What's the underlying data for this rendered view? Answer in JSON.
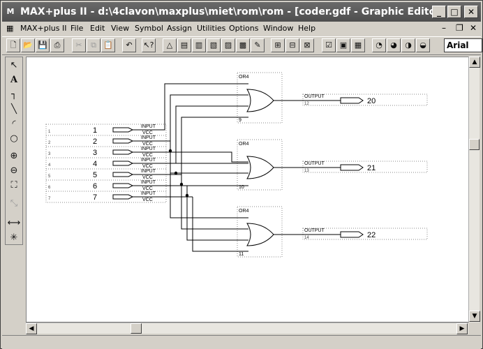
{
  "window": {
    "title": "MAX+plus II - d:\\4clavon\\maxplus\\miet\\rom\\rom - [coder.gdf - Graphic Editor]",
    "minimize": "_",
    "maximize": "□",
    "close": "✕"
  },
  "menu": {
    "items": [
      "MAX+plus II",
      "File",
      "Edit",
      "View",
      "Symbol",
      "Assign",
      "Utilities",
      "Options",
      "Window",
      "Help"
    ]
  },
  "toolbar": {
    "font_value": "Arial"
  },
  "schematic": {
    "inputs": [
      {
        "index": "1",
        "label": "1",
        "type": "INPUT",
        "supply": "VCC"
      },
      {
        "index": "2",
        "label": "2",
        "type": "INPUT",
        "supply": "VCC"
      },
      {
        "index": "3",
        "label": "3",
        "type": "INPUT",
        "supply": "VCC"
      },
      {
        "index": "4",
        "label": "4",
        "type": "INPUT",
        "supply": "VCC"
      },
      {
        "index": "5",
        "label": "5",
        "type": "INPUT",
        "supply": "VCC"
      },
      {
        "index": "6",
        "label": "6",
        "type": "INPUT",
        "supply": "VCC"
      },
      {
        "index": "7",
        "label": "7",
        "type": "INPUT",
        "supply": "VCC"
      }
    ],
    "gates": [
      {
        "type": "OR4",
        "number": "9"
      },
      {
        "type": "OR4",
        "number": "10"
      },
      {
        "type": "OR4",
        "number": "11"
      }
    ],
    "outputs": [
      {
        "type": "OUTPUT",
        "index": "12",
        "label": "20"
      },
      {
        "type": "OUTPUT",
        "index": "13",
        "label": "21"
      },
      {
        "type": "OUTPUT",
        "index": "14",
        "label": "22"
      }
    ]
  }
}
